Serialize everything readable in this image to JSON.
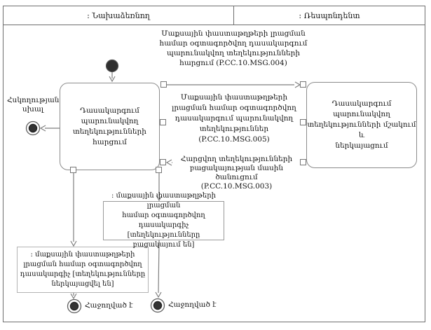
{
  "colors": {
    "frame_border": "#6e6e6e",
    "activity_border": "#8c8c8c",
    "connector_line": "#7f7f7f",
    "node_fill": "#2f2f2f",
    "text": "#141414",
    "background": "#ffffff"
  },
  "lanes": [
    {
      "label": ": Նախաձեռնող"
    },
    {
      "label": ": Ռեսպոնդենտ"
    }
  ],
  "activities": {
    "request": {
      "lines": [
        "Դասակարգում",
        "պարունակվող",
        "տեղեկությունների հարցում"
      ]
    },
    "process": {
      "lines": [
        "Դասակարգում",
        "պարունակվող",
        "տեղեկությունների մշակում և",
        "ներկայացում"
      ]
    }
  },
  "messages": {
    "msg004": {
      "lines": [
        "Մաքսային փաստաթղթերի լրացման",
        "համար օգտագործվող դասակարգում",
        "պարունակվող տեղեկությունների",
        "հարցում (P.CC.10.MSG.004)"
      ]
    },
    "msg005": {
      "lines": [
        "Մաքսային փաստաթղթերի",
        "լրացման համար օգտագործվող",
        "դասակարգում պարունակվող",
        "տեղեկություններ (P.CC.10.MSG.005)"
      ]
    },
    "msg003": {
      "lines": [
        "Հարցվող տեղեկությունների",
        "բացակայության մասին ծանուցում",
        "(P.CC.10.MSG.003)"
      ]
    }
  },
  "objects": {
    "provided": {
      "lines": [
        ": մաքսային փաստաթղթերի",
        "լրացման համար օգտագործվող",
        "դասակարգիչ [տեղեկությունները",
        "ներկայացվել են]"
      ]
    },
    "absent": {
      "lines": [
        ": մաքսային փաստաթղթերի լրացման",
        "համար օգտագործվող դասակարգիչ",
        "[տեղեկությունները բացակայում են]"
      ]
    }
  },
  "terminals": {
    "control_error": {
      "lines": [
        "Հսկողության",
        "սխալ"
      ]
    },
    "success_left": "Հաջողված է",
    "success_right": "Հաջողված է"
  }
}
